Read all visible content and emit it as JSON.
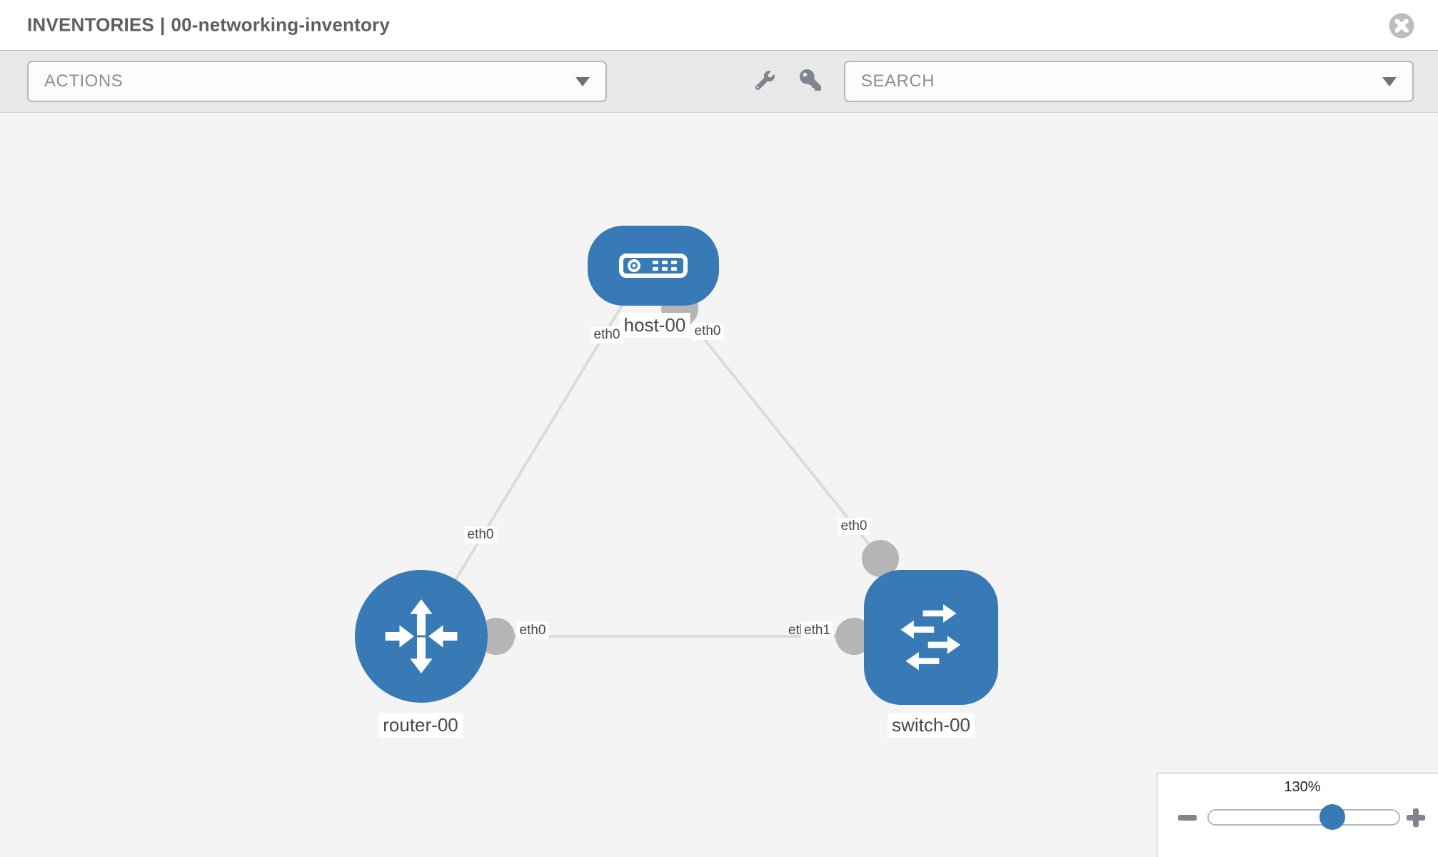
{
  "header": {
    "section": "INVENTORIES",
    "separator": "|",
    "inventory_name": "00-networking-inventory"
  },
  "toolbar": {
    "actions_label": "ACTIONS",
    "search_label": "SEARCH",
    "icons": [
      "wrench-icon",
      "key-icon"
    ]
  },
  "topology": {
    "nodes": [
      {
        "label": "host-00",
        "type": "host"
      },
      {
        "label": "router-00",
        "type": "router"
      },
      {
        "label": "switch-00",
        "type": "switch"
      }
    ],
    "interfaces": {
      "host_to_router": "eth0",
      "host_to_switch": "eth0",
      "router_to_host": "eth0",
      "router_to_switch": "eth0",
      "switch_to_host": "eth0",
      "switch_to_router_hidden": "eth0",
      "switch_to_router": "eth1"
    }
  },
  "zoom_control": {
    "level": "130%",
    "percent": 130
  },
  "colors": {
    "node_blue": "#377ab5",
    "port_gray": "#b5b5b5",
    "link_gray": "#dbdbdb",
    "canvas_bg": "#f4f4f5",
    "toolbar_bg": "#e9e9e9",
    "icon_gray": "#7f848d",
    "slider_thumb_blue": "#377ab5"
  }
}
